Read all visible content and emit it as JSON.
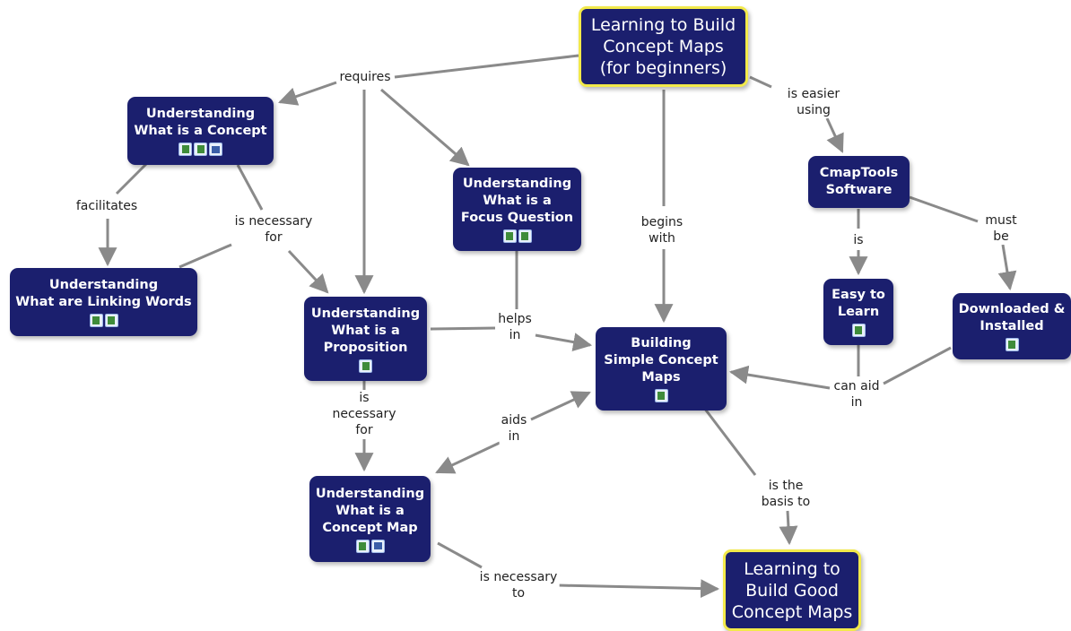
{
  "colors": {
    "node_fill": "#1b1f6e",
    "main_border": "#f2e94a",
    "link": "#8a8a8a",
    "text": "#222222"
  },
  "concepts": {
    "root": "Learning to Build\nConcept Maps\n(for beginners)",
    "concept": "Understanding\nWhat is a Concept",
    "linking_words": "Understanding\nWhat are Linking Words",
    "focus_question": "Understanding\nWhat is a\nFocus Question",
    "proposition": "Understanding\nWhat is a\nProposition",
    "concept_map": "Understanding\nWhat is a\nConcept Map",
    "building_simple": "Building\nSimple Concept\nMaps",
    "good_maps": "Learning to\nBuild Good\nConcept Maps",
    "cmaptools": "CmapTools\nSoftware",
    "easy": "Easy to\nLearn",
    "downloaded": "Downloaded &\nInstalled"
  },
  "link_labels": {
    "requires": "requires",
    "is_easier_using": "is easier\nusing",
    "facilitates": "facilitates",
    "is_necessary_for_1": "is necessary\nfor",
    "begins_with": "begins\nwith",
    "must_be": "must\nbe",
    "is": "is",
    "helps_in": "helps\nin",
    "is_necessary_for_2": "is\nnecessary\nfor",
    "can_aid_in": "can aid\nin",
    "aids_in": "aids\nin",
    "is_the_basis_to": "is the\nbasis to",
    "is_necessary_to": "is necessary\nto"
  },
  "resource_icons": {
    "concept": [
      "doc-icon",
      "doc-icon",
      "map-icon"
    ],
    "linking_words": [
      "doc-icon",
      "doc-icon"
    ],
    "focus_question": [
      "doc-icon",
      "doc-icon"
    ],
    "proposition": [
      "doc-icon"
    ],
    "concept_map": [
      "doc-icon",
      "map-icon"
    ],
    "building_simple": [
      "doc-icon"
    ],
    "easy": [
      "doc-icon"
    ],
    "downloaded": [
      "doc-icon"
    ]
  }
}
